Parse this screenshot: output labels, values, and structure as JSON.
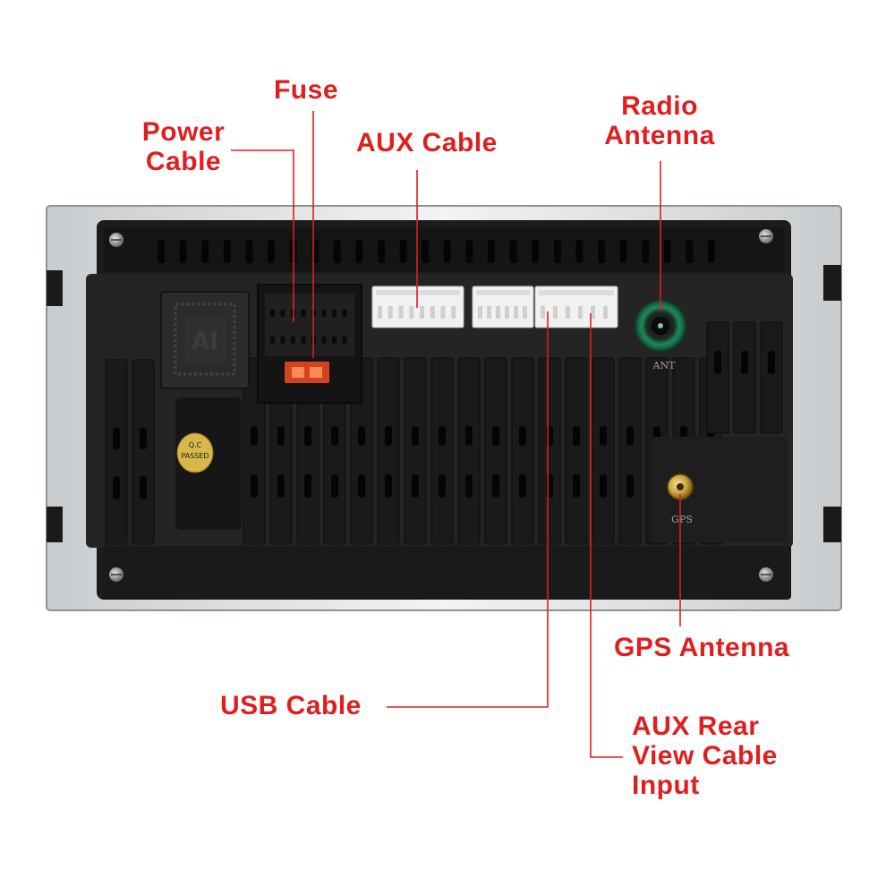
{
  "callouts": {
    "power_cable": "Power\nCable",
    "fuse": "Fuse",
    "aux_cable": "AUX Cable",
    "radio_antenna": "Radio\nAntenna",
    "gps_antenna": "GPS Antenna",
    "usb_cable": "USB Cable",
    "aux_rear_view": "AUX Rear\nView Cable\nInput"
  },
  "unit_markings": {
    "ant": "ANT",
    "gps": "GPS",
    "ai_chip": "AI",
    "qc_line1": "Q.C",
    "qc_line2": "PASSED"
  },
  "colors": {
    "callout_text": "#e01e1e",
    "leader_line": "#e01e1e",
    "chassis": "#1c1c1c",
    "antenna_ring": "#1f8a5c"
  }
}
